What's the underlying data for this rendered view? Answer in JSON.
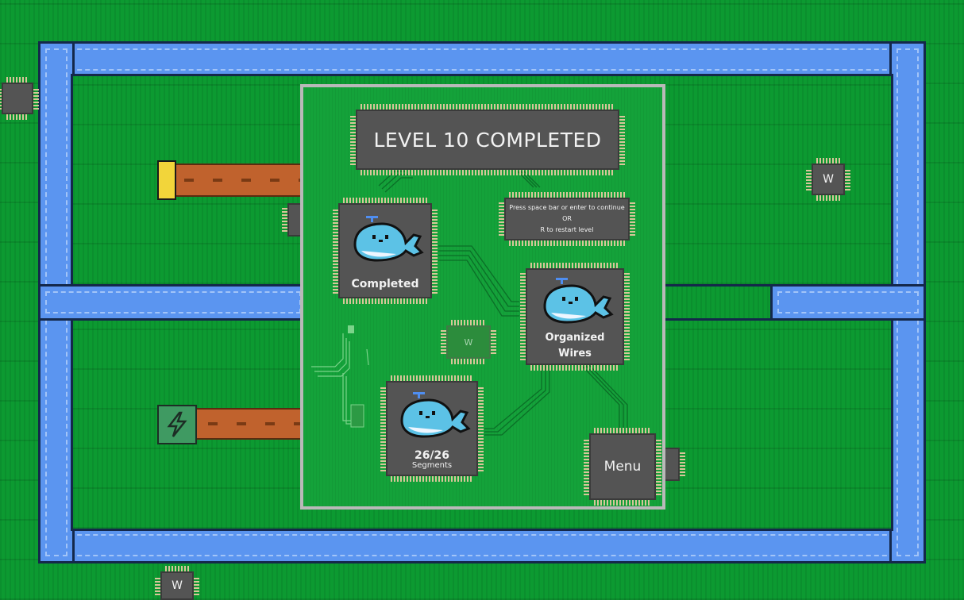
{
  "dialog": {
    "title": "LEVEL 10 COMPLETED",
    "instructions": {
      "line1": "Press space bar or enter to continue",
      "line2": "OR",
      "line3": "R to restart level"
    },
    "badges": {
      "completed": {
        "label": "Completed"
      },
      "organized": {
        "line1": "Organized",
        "line2": "Wires"
      },
      "segments": {
        "value": "26/26",
        "label": "Segments"
      }
    },
    "menu_label": "Menu"
  },
  "map": {
    "chip_letter": "W"
  },
  "colors": {
    "grass": "#0c9a31",
    "water": "#5b95f0",
    "chip": "#545454",
    "log": "#c0622d",
    "whale": "#5cc2e6"
  }
}
